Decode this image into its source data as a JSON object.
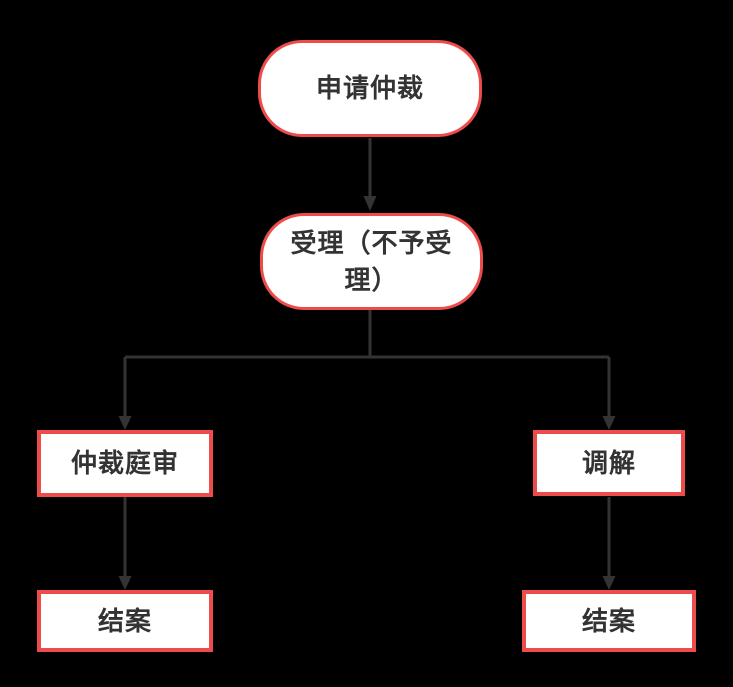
{
  "colors": {
    "background": "#000000",
    "node-border": "#ee4b4b",
    "node-fill": "#ffffff",
    "connector": "#333333",
    "text": "#333333"
  },
  "flowchart": {
    "nodes": [
      {
        "id": "apply",
        "label": "申请仲裁",
        "shape": "stadium"
      },
      {
        "id": "accept",
        "label": "受理（不予受理）",
        "shape": "stadium"
      },
      {
        "id": "hearing",
        "label": "仲裁庭审",
        "shape": "rect"
      },
      {
        "id": "mediate",
        "label": "调解",
        "shape": "rect"
      },
      {
        "id": "close-left",
        "label": "结案",
        "shape": "rect"
      },
      {
        "id": "close-right",
        "label": "结案",
        "shape": "rect"
      }
    ],
    "edges": [
      {
        "from": "apply",
        "to": "accept"
      },
      {
        "from": "accept",
        "to": "hearing"
      },
      {
        "from": "accept",
        "to": "mediate"
      },
      {
        "from": "hearing",
        "to": "close-left"
      },
      {
        "from": "mediate",
        "to": "close-right"
      }
    ]
  }
}
